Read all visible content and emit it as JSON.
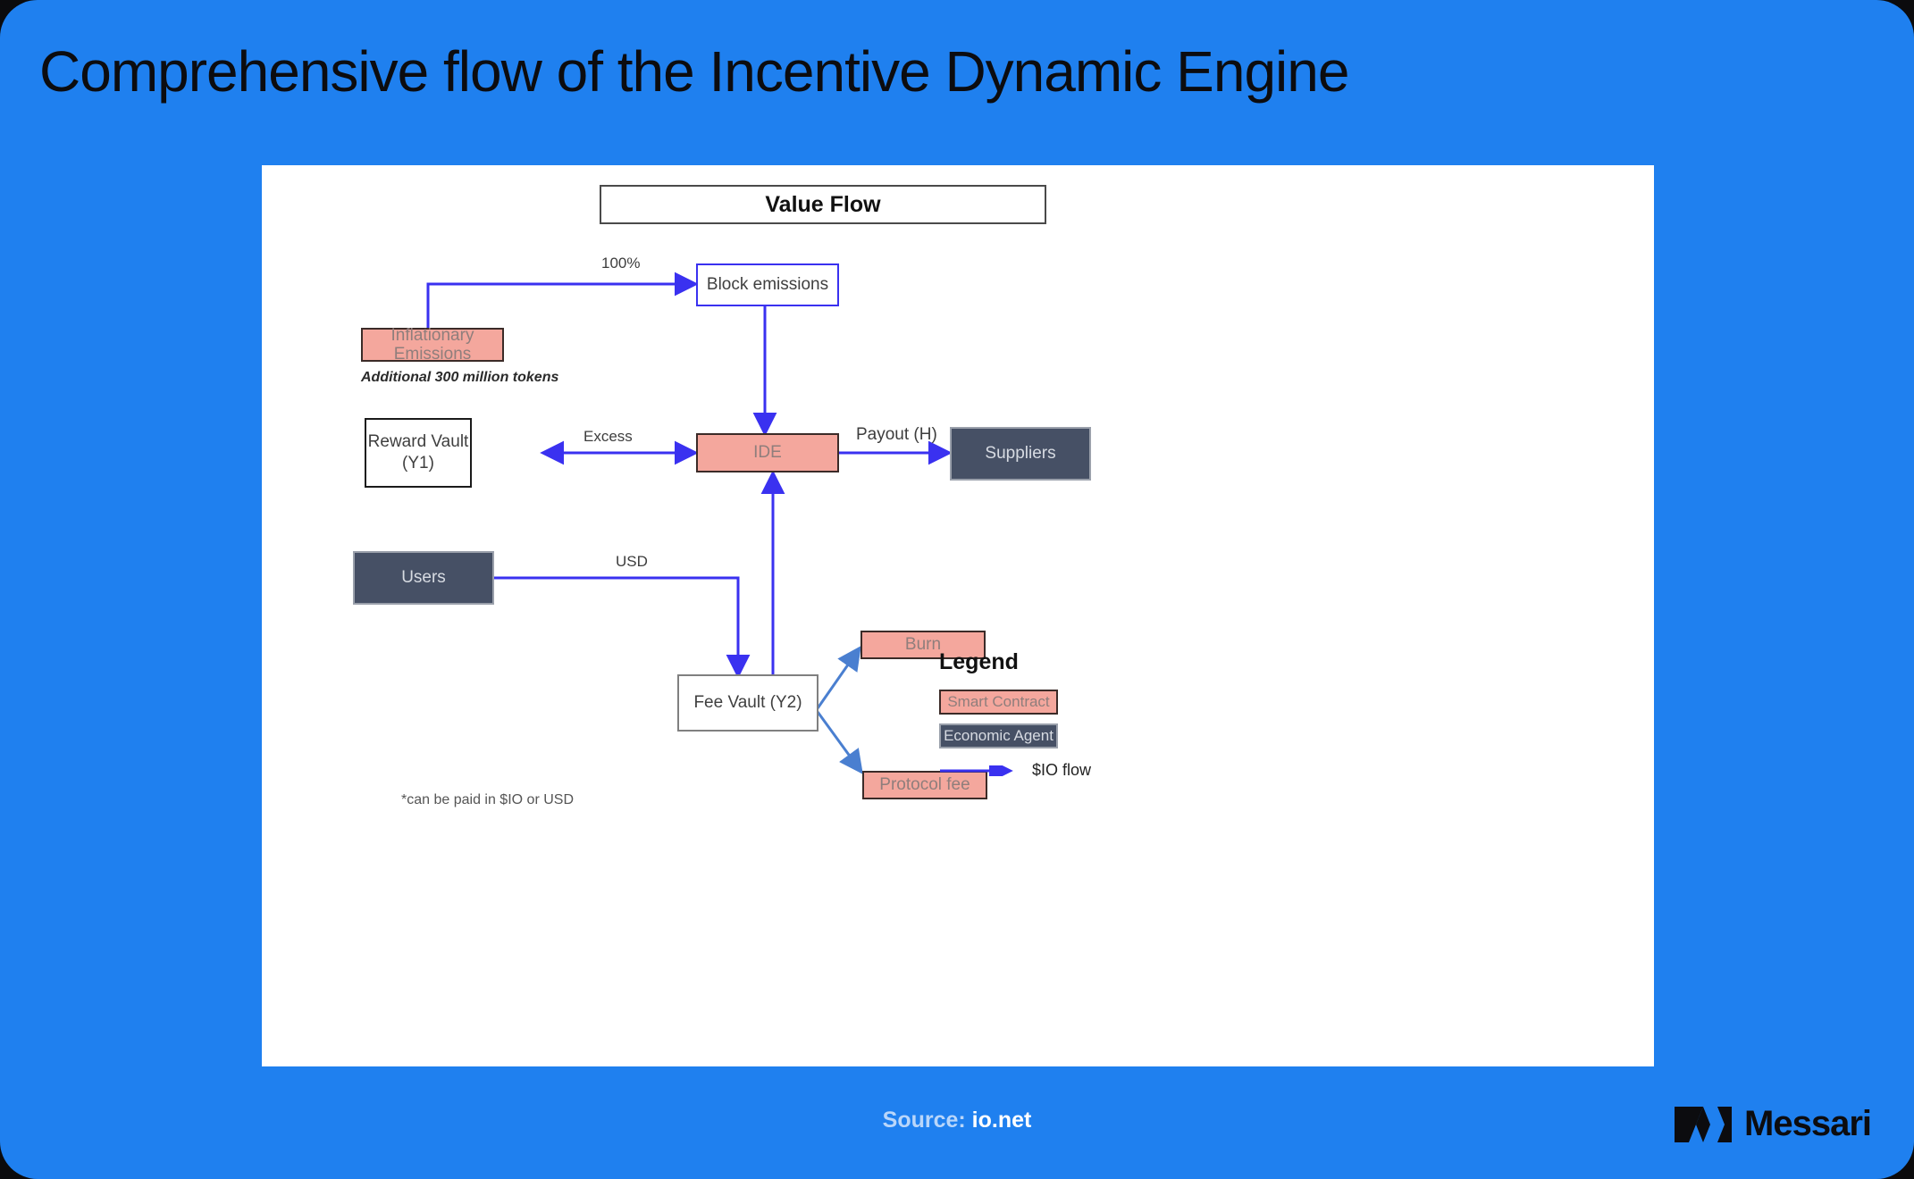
{
  "page": {
    "title": "Comprehensive flow of the Incentive Dynamic Engine",
    "background_color": "#1f80ef",
    "card_color": "#ffffff"
  },
  "diagram": {
    "header": "Value Flow",
    "colors": {
      "smart_contract": "#f4a79d",
      "economic_agent": "#465065",
      "io_flow_arrow": "#3a31f0",
      "fee_split_arrow": "#4a7fd0"
    },
    "nodes": [
      {
        "id": "inflationary-emissions",
        "label": "Inflationary Emissions",
        "type": "smart-contract"
      },
      {
        "id": "block-emissions",
        "label": "Block emissions",
        "type": "plain-blue"
      },
      {
        "id": "reward-vault",
        "label": "Reward Vault (Y1)",
        "line1": "Reward Vault",
        "line2": "(Y1)",
        "type": "plain-black"
      },
      {
        "id": "ide",
        "label": "IDE",
        "type": "smart-contract"
      },
      {
        "id": "suppliers",
        "label": "Suppliers",
        "type": "economic-agent"
      },
      {
        "id": "users",
        "label": "Users",
        "type": "economic-agent"
      },
      {
        "id": "fee-vault",
        "label": "Fee Vault (Y2)",
        "type": "plain-gray"
      },
      {
        "id": "burn",
        "label": "Burn",
        "type": "smart-contract"
      },
      {
        "id": "protocol-fee",
        "label": "Protocol fee",
        "type": "smart-contract"
      }
    ],
    "edge_labels": {
      "emissions_to_block": "100%",
      "ide_to_reward_vault": "Excess",
      "ide_to_suppliers": "Payout (H)",
      "users_to_fee_vault": "USD"
    },
    "caption": "Additional 300 million tokens",
    "footnote": "*can be paid in $IO or USD"
  },
  "legend": {
    "title": "Legend",
    "items": [
      {
        "label": "Smart Contract",
        "type": "smart-contract"
      },
      {
        "label": "Economic Agent",
        "type": "economic-agent"
      }
    ],
    "flow_label": "$IO flow"
  },
  "footer": {
    "source_prefix": "Source: ",
    "source_name": "io.net",
    "brand": "Messari"
  }
}
